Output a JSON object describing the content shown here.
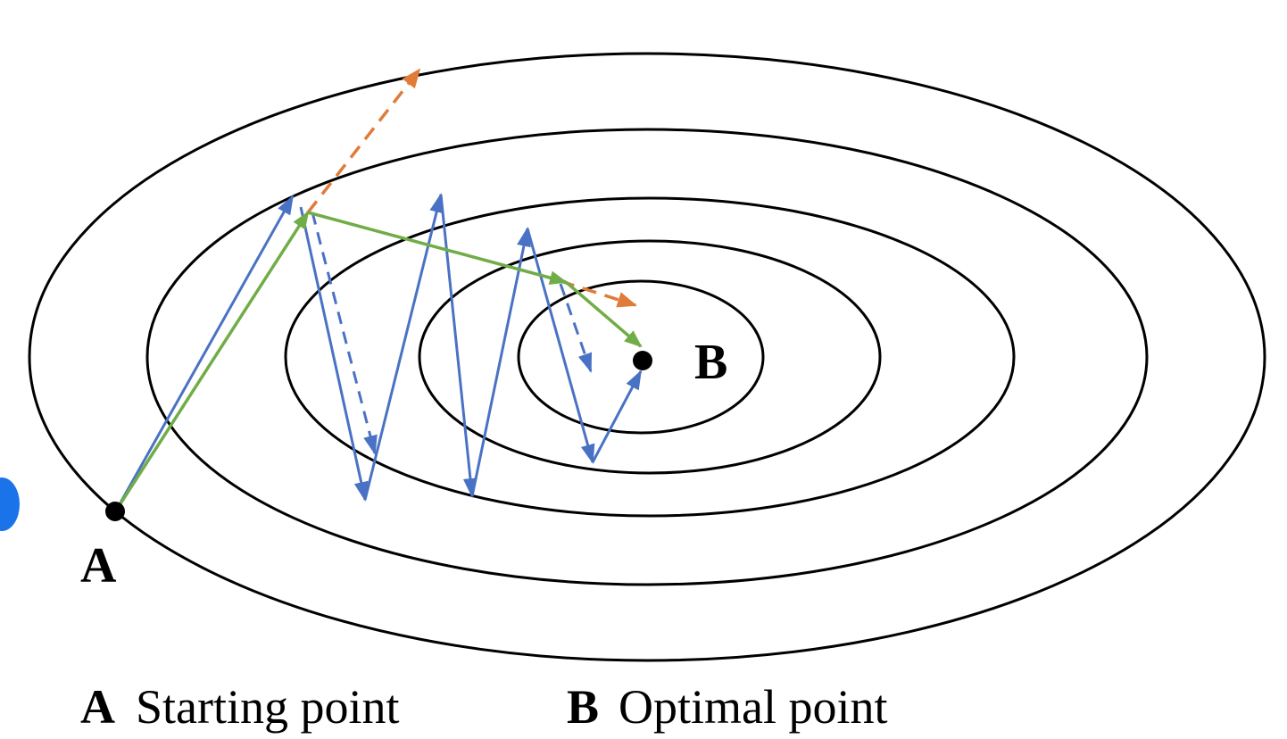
{
  "points": {
    "a_label": "A",
    "b_label": "B"
  },
  "caption": {
    "a_key": "A",
    "a_text": "Starting point",
    "b_key": "B",
    "b_text": "Optimal point"
  },
  "colors": {
    "contour": "#000000",
    "blue": "#4a72c4",
    "green": "#70ad47",
    "orange": "#e07b39",
    "side_dot": "#1a73e8"
  }
}
